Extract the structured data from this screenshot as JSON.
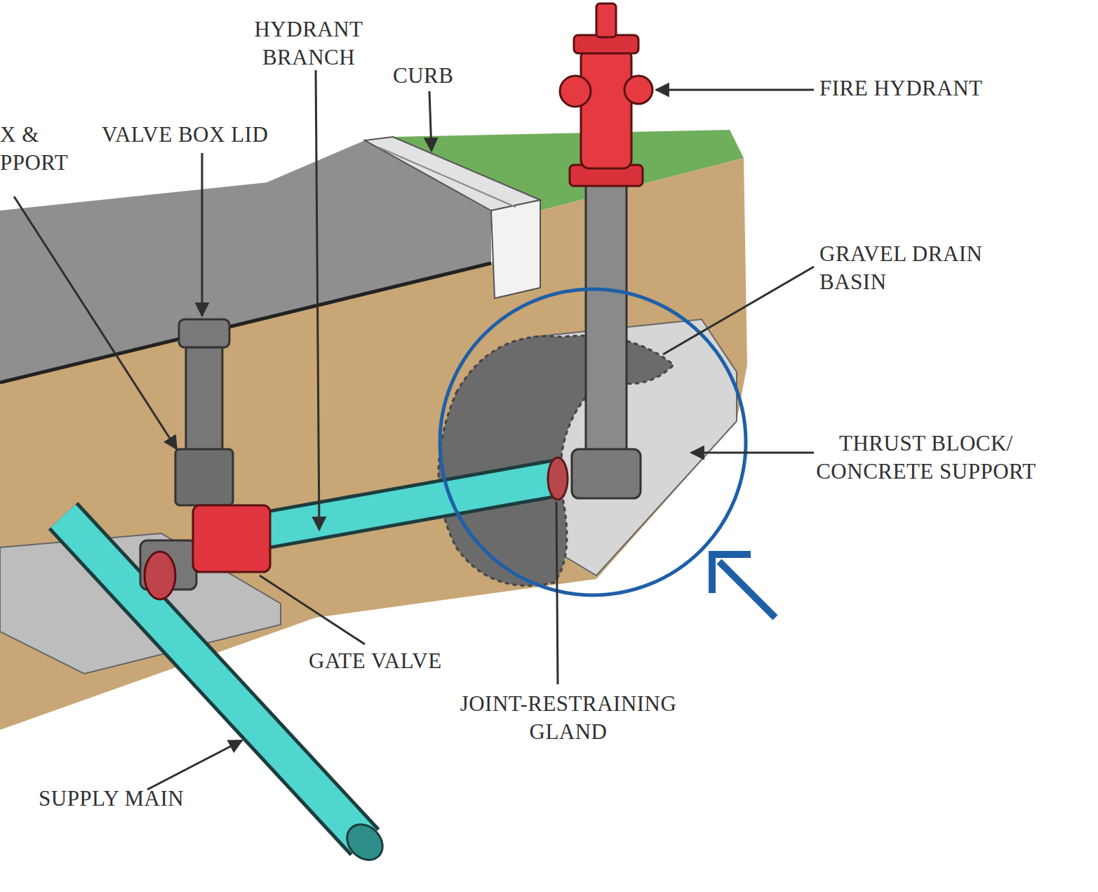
{
  "diagram": {
    "labels": [
      "HYDRANT BRANCH",
      "CURB",
      "X & PPORT",
      "VALVE BOX LID",
      "FIRE HYDRANT",
      "GRAVEL DRAIN BASIN",
      "THRUST BLOCK/ CONCRETE SUPPORT",
      "GATE VALVE",
      "JOINT-RESTRAINING GLAND",
      "SUPPLY MAIN"
    ]
  }
}
